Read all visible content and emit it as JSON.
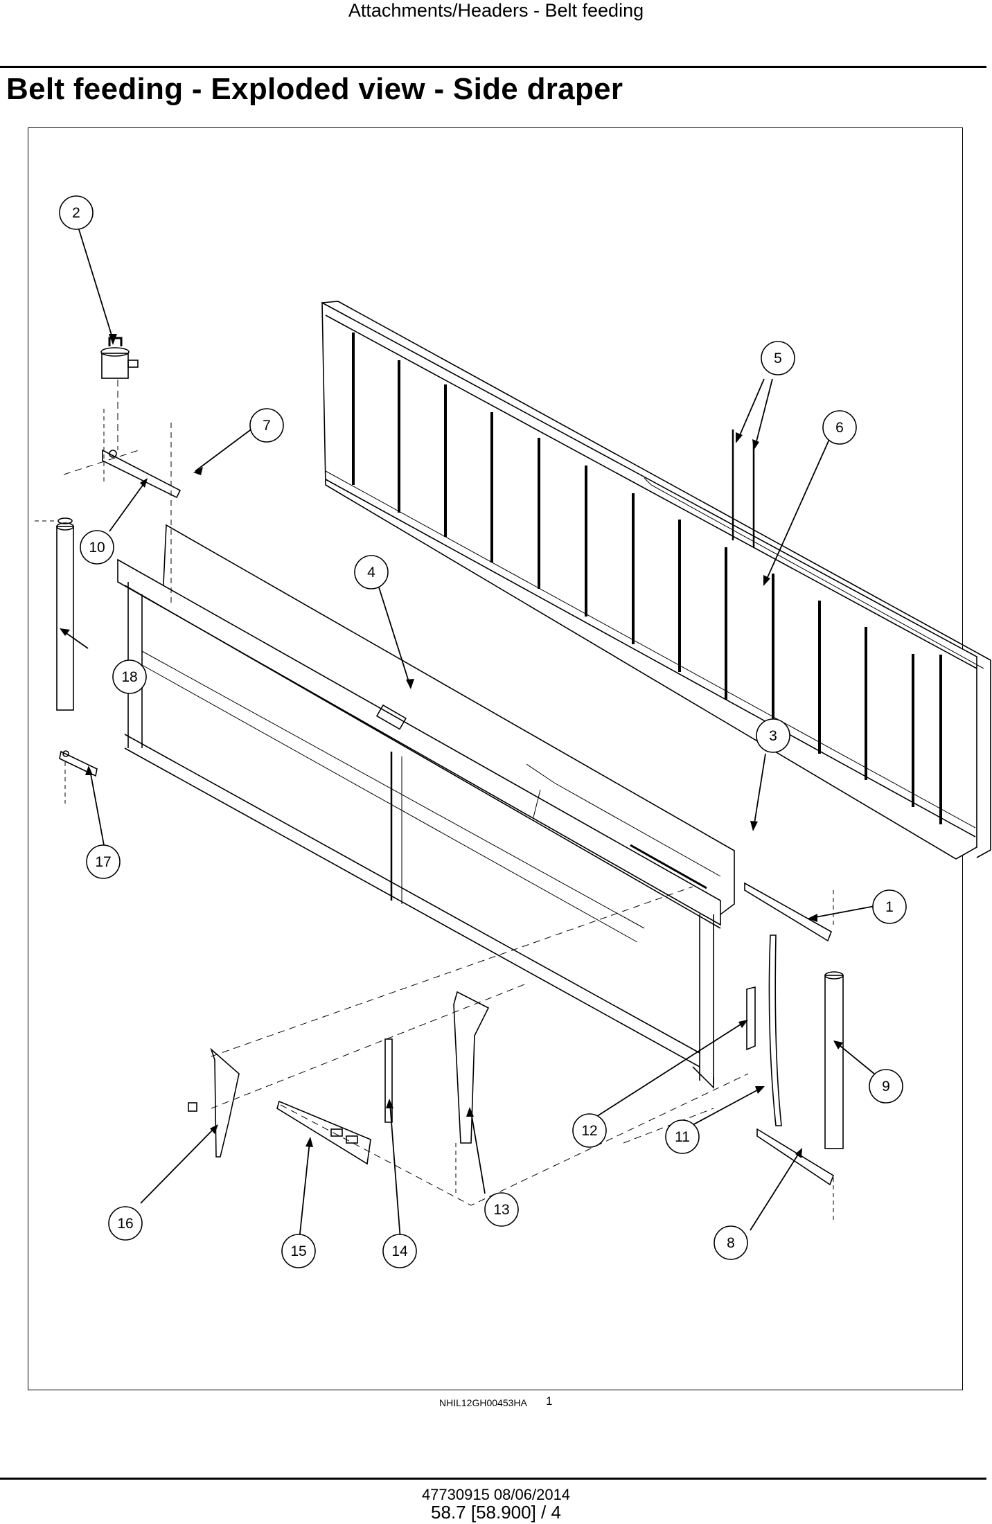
{
  "header": {
    "running_title": "Attachments/Headers - Belt feeding",
    "page_title": "Belt feeding - Exploded view - Side draper"
  },
  "figure": {
    "drawing_id": "NHIL12GH00453HA",
    "figure_number": "1",
    "callouts": [
      "1",
      "2",
      "3",
      "4",
      "5",
      "6",
      "7",
      "8",
      "9",
      "10",
      "11",
      "12",
      "13",
      "14",
      "15",
      "16",
      "17",
      "18"
    ]
  },
  "footer": {
    "doc_id_date": "47730915 08/06/2014",
    "page_ref": "58.7 [58.900] / 4"
  }
}
